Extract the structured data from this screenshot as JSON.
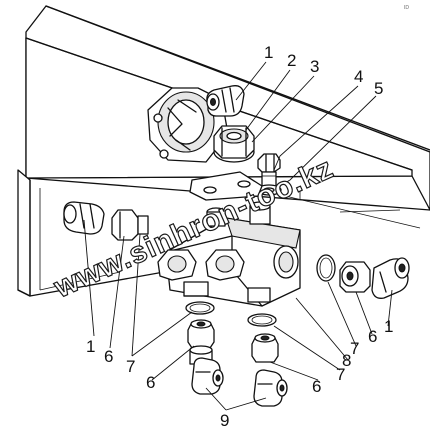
{
  "diagram": {
    "corner_mark": "ID",
    "watermark": "www.sinhron-too.kz",
    "labels": {
      "1": "1",
      "2": "2",
      "3": "3",
      "4": "4",
      "5": "5",
      "6": "6",
      "7": "7",
      "8": "8",
      "9": "9"
    }
  }
}
